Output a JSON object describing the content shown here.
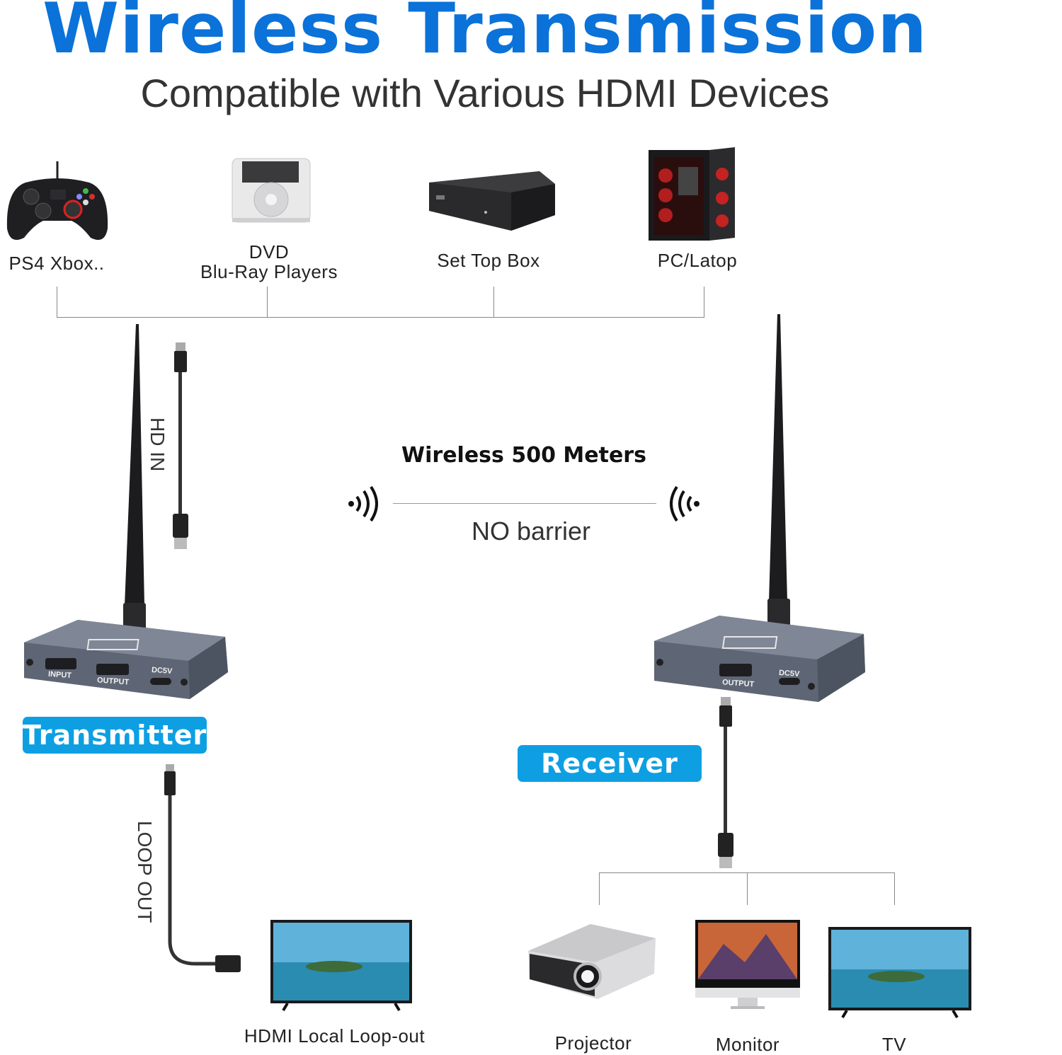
{
  "header": {
    "title": "Wireless Transmission",
    "subtitle": "Compatible with Various HDMI Devices"
  },
  "sources": [
    {
      "label": "PS4 Xbox..",
      "icon": "game-controller-icon"
    },
    {
      "label_line1": "DVD",
      "label_line2": "Blu-Ray Players",
      "icon": "dvd-player-icon"
    },
    {
      "label": "Set Top Box",
      "icon": "set-top-box-icon"
    },
    {
      "label": "PC/Latop",
      "icon": "pc-tower-icon"
    }
  ],
  "transmitter": {
    "badge": "Transmitter",
    "cable_in_label": "HD IN",
    "loop_out_label": "LOOP OUT",
    "port_input": "INPUT",
    "port_output": "OUTPUT",
    "port_power": "DC5V",
    "loop_display_label": "HDMI Local Loop-out"
  },
  "link": {
    "distance": "Wireless 500 Meters",
    "note": "NO barrier"
  },
  "receiver": {
    "badge": "Receiver",
    "port_output": "OUTPUT",
    "port_power": "DC5V"
  },
  "outputs": [
    {
      "label": "Projector",
      "icon": "projector-icon"
    },
    {
      "label": "Monitor",
      "icon": "monitor-icon"
    },
    {
      "label": "TV",
      "icon": "tv-icon"
    }
  ],
  "colors": {
    "title": "#0b72d9",
    "badge": "#0e9fe3",
    "device_body": "#5e6675"
  }
}
